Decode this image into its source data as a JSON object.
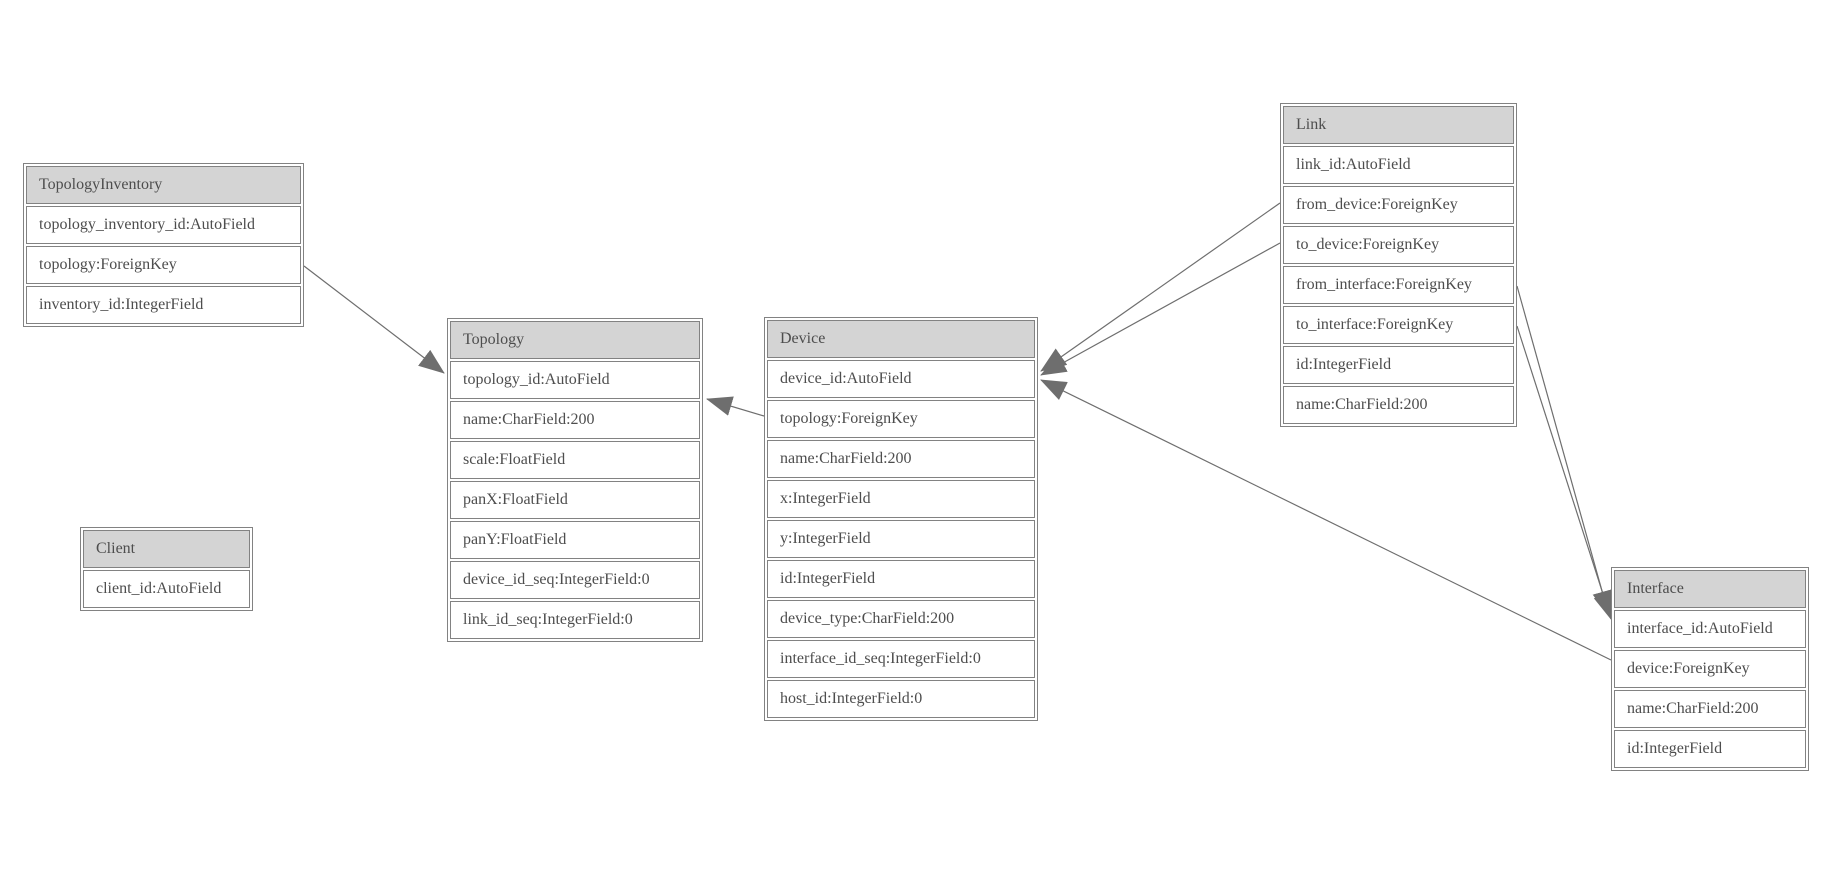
{
  "diagram": {
    "entities": [
      {
        "id": "topology-inventory",
        "title": "TopologyInventory",
        "fields": [
          "topology_inventory_id:AutoField",
          "topology:ForeignKey",
          "inventory_id:IntegerField"
        ]
      },
      {
        "id": "topology",
        "title": "Topology",
        "fields": [
          "topology_id:AutoField",
          "name:CharField:200",
          "scale:FloatField",
          "panX:FloatField",
          "panY:FloatField",
          "device_id_seq:IntegerField:0",
          "link_id_seq:IntegerField:0"
        ]
      },
      {
        "id": "client",
        "title": "Client",
        "fields": [
          "client_id:AutoField"
        ]
      },
      {
        "id": "device",
        "title": "Device",
        "fields": [
          "device_id:AutoField",
          "topology:ForeignKey",
          "name:CharField:200",
          "x:IntegerField",
          "y:IntegerField",
          "id:IntegerField",
          "device_type:CharField:200",
          "interface_id_seq:IntegerField:0",
          "host_id:IntegerField:0"
        ]
      },
      {
        "id": "link",
        "title": "Link",
        "fields": [
          "link_id:AutoField",
          "from_device:ForeignKey",
          "to_device:ForeignKey",
          "from_interface:ForeignKey",
          "to_interface:ForeignKey",
          "id:IntegerField",
          "name:CharField:200"
        ]
      },
      {
        "id": "interface",
        "title": "Interface",
        "fields": [
          "interface_id:AutoField",
          "device:ForeignKey",
          "name:CharField:200",
          "id:IntegerField"
        ]
      }
    ],
    "relations": [
      {
        "from": "TopologyInventory.topology",
        "to": "Topology.topology_id"
      },
      {
        "from": "Device.topology",
        "to": "Topology.topology_id"
      },
      {
        "from": "Link.from_device",
        "to": "Device.device_id"
      },
      {
        "from": "Link.to_device",
        "to": "Device.device_id"
      },
      {
        "from": "Link.from_interface",
        "to": "Interface.interface_id"
      },
      {
        "from": "Link.to_interface",
        "to": "Interface.interface_id"
      },
      {
        "from": "Interface.device",
        "to": "Device.device_id"
      }
    ]
  },
  "colors": {
    "background": "#ffffff",
    "header_fill": "#d4d4d4",
    "border": "#828282",
    "text": "#4d4d4d",
    "line": "#6e6e6e",
    "arrowhead": "#6e6e6e"
  }
}
